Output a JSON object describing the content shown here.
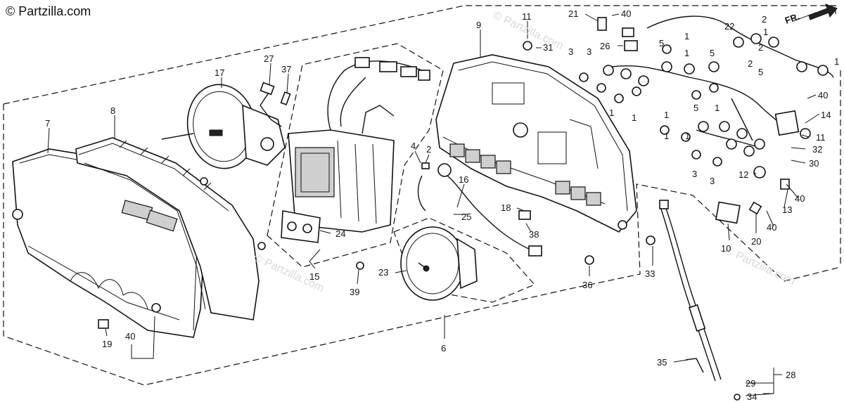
{
  "watermark": {
    "corner": "© Partzilla.com",
    "faint": "© Partzilla.com"
  },
  "direction_label": "FR.",
  "callouts": [
    {
      "id": "c7",
      "text": "7"
    },
    {
      "id": "c8",
      "text": "8"
    },
    {
      "id": "c17",
      "text": "17"
    },
    {
      "id": "c27",
      "text": "27"
    },
    {
      "id": "c37",
      "text": "37"
    },
    {
      "id": "c9",
      "text": "9"
    },
    {
      "id": "c11a",
      "text": "11"
    },
    {
      "id": "c21",
      "text": "21"
    },
    {
      "id": "c40a",
      "text": "40"
    },
    {
      "id": "c31",
      "text": "31"
    },
    {
      "id": "c26",
      "text": "26"
    },
    {
      "id": "c3a",
      "text": "3"
    },
    {
      "id": "c3b",
      "text": "3"
    },
    {
      "id": "c5a",
      "text": "5"
    },
    {
      "id": "c1a",
      "text": "1"
    },
    {
      "id": "c1b",
      "text": "1"
    },
    {
      "id": "c5b",
      "text": "5"
    },
    {
      "id": "c22",
      "text": "22"
    },
    {
      "id": "c2a",
      "text": "2"
    },
    {
      "id": "c2b",
      "text": "2"
    },
    {
      "id": "c2c",
      "text": "2"
    },
    {
      "id": "c5c",
      "text": "5"
    },
    {
      "id": "c1c",
      "text": "1"
    },
    {
      "id": "c1d",
      "text": "1"
    },
    {
      "id": "c40b",
      "text": "40"
    },
    {
      "id": "c5d",
      "text": "5"
    },
    {
      "id": "c1e",
      "text": "1"
    },
    {
      "id": "c1f",
      "text": "1"
    },
    {
      "id": "c1g",
      "text": "1"
    },
    {
      "id": "c1h",
      "text": "1"
    },
    {
      "id": "c14",
      "text": "14"
    },
    {
      "id": "c1i",
      "text": "1"
    },
    {
      "id": "c1j",
      "text": "1"
    },
    {
      "id": "c11b",
      "text": "11"
    },
    {
      "id": "c32",
      "text": "32"
    },
    {
      "id": "c30",
      "text": "30"
    },
    {
      "id": "c3c",
      "text": "3"
    },
    {
      "id": "c3d",
      "text": "3"
    },
    {
      "id": "c12",
      "text": "12"
    },
    {
      "id": "c40c",
      "text": "40"
    },
    {
      "id": "c13",
      "text": "13"
    },
    {
      "id": "c4",
      "text": "4"
    },
    {
      "id": "c2d",
      "text": "2"
    },
    {
      "id": "c16",
      "text": "16"
    },
    {
      "id": "c18",
      "text": "18"
    },
    {
      "id": "c25",
      "text": "25"
    },
    {
      "id": "c38",
      "text": "38"
    },
    {
      "id": "c24",
      "text": "24"
    },
    {
      "id": "c15",
      "text": "15"
    },
    {
      "id": "c23",
      "text": "23"
    },
    {
      "id": "c39",
      "text": "39"
    },
    {
      "id": "c36",
      "text": "36"
    },
    {
      "id": "c33",
      "text": "33"
    },
    {
      "id": "c10",
      "text": "10"
    },
    {
      "id": "c20",
      "text": "20"
    },
    {
      "id": "c40d",
      "text": "40"
    },
    {
      "id": "c19",
      "text": "19"
    },
    {
      "id": "c40e",
      "text": "40"
    },
    {
      "id": "c6",
      "text": "6"
    },
    {
      "id": "c35",
      "text": "35"
    },
    {
      "id": "c28",
      "text": "28"
    },
    {
      "id": "c29",
      "text": "29"
    },
    {
      "id": "c34",
      "text": "34"
    }
  ]
}
